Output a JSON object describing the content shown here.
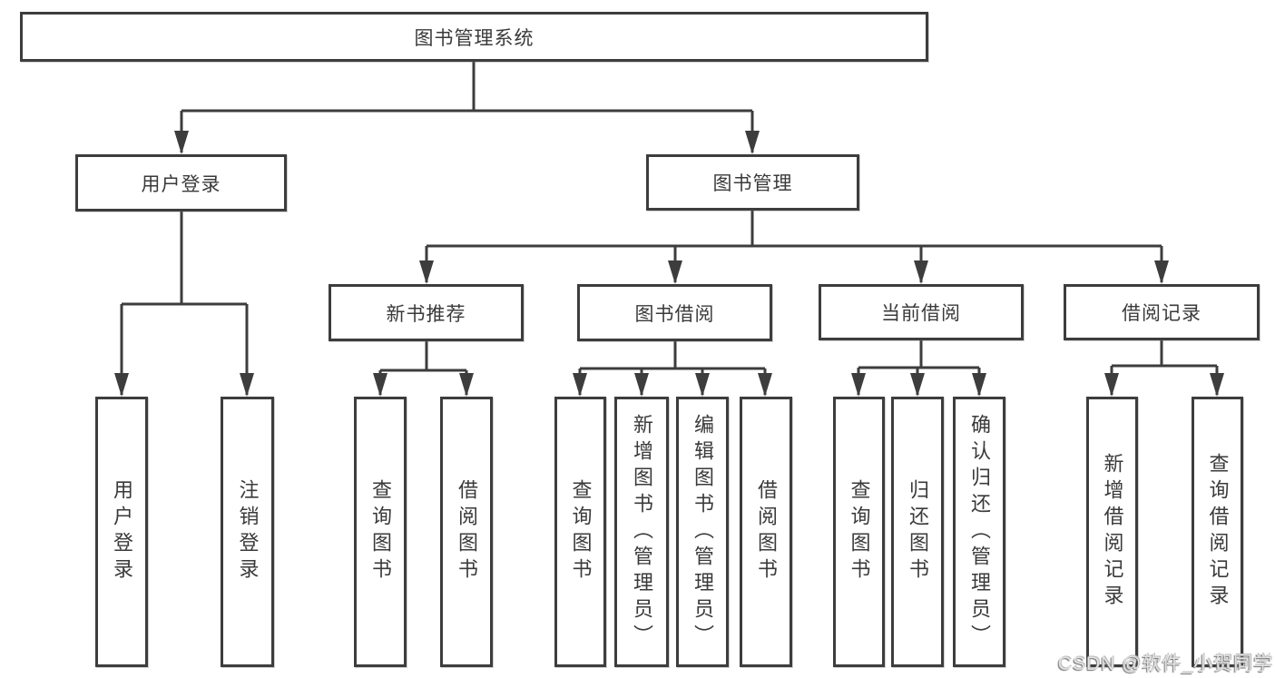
{
  "diagram": {
    "watermark": "CSDN @软件_小贺同学",
    "colors": {
      "line": "#3d3d3d",
      "box_border": "#3d3d3d",
      "text": "#3a3a3a",
      "background": "#ffffff",
      "watermark_text": "#e2e2e2"
    },
    "tree": {
      "root": {
        "label": "图书管理系统",
        "children": [
          {
            "label": "用户登录",
            "children": [
              {
                "label": "用户登录"
              },
              {
                "label": "注销登录"
              }
            ]
          },
          {
            "label": "图书管理",
            "children": [
              {
                "label": "新书推荐",
                "children": [
                  {
                    "label": "查询图书"
                  },
                  {
                    "label": "借阅图书"
                  }
                ]
              },
              {
                "label": "图书借阅",
                "children": [
                  {
                    "label": "查询图书"
                  },
                  {
                    "label": "新增图书（管理员）"
                  },
                  {
                    "label": "编辑图书（管理员）"
                  },
                  {
                    "label": "借阅图书"
                  }
                ]
              },
              {
                "label": "当前借阅",
                "children": [
                  {
                    "label": "查询图书"
                  },
                  {
                    "label": "归还图书"
                  },
                  {
                    "label": "确认归还（管理员）"
                  }
                ]
              },
              {
                "label": "借阅记录",
                "children": [
                  {
                    "label": "新增借阅记录"
                  },
                  {
                    "label": "查询借阅记录"
                  }
                ]
              }
            ]
          }
        ]
      }
    }
  }
}
